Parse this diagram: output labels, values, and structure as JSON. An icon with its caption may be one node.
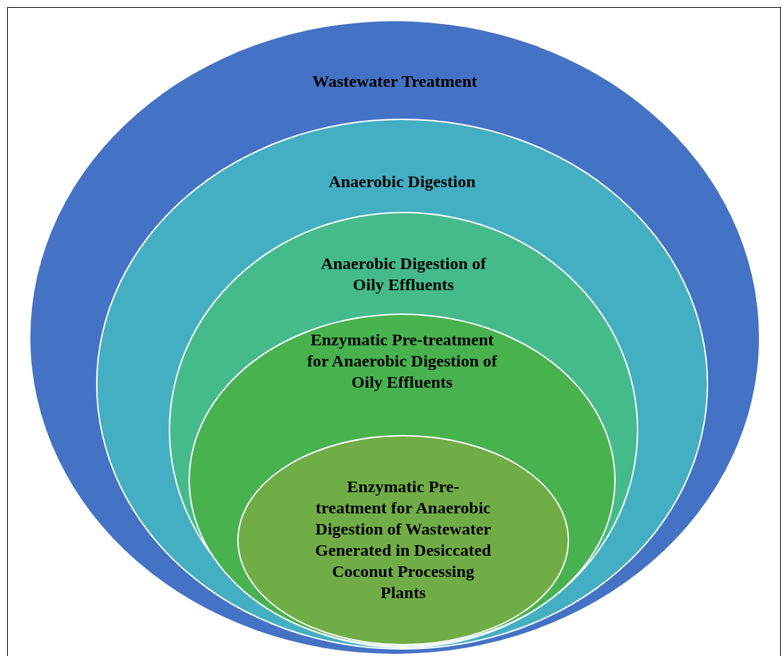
{
  "diagram": {
    "nodes": [
      {
        "text": [
          "Wastewater Treatment"
        ]
      },
      {
        "text": [
          "Anaerobic Digestion"
        ],
        "in": 0
      },
      {
        "text": [
          "Anaerobic Digestion of Oily Effluents"
        ],
        "in": 1
      },
      {
        "text": [
          "Enzymatic Pre-treatment for Anaerobic Digestion of Oily Effluents"
        ],
        "in": 2
      },
      {
        "text": [
          "Enzymatic Pre-treatment for Anaerobic Digestion of Wastewater Generated in Desiccated Coconut Processing Plants"
        ],
        "in": 3
      }
    ]
  }
}
